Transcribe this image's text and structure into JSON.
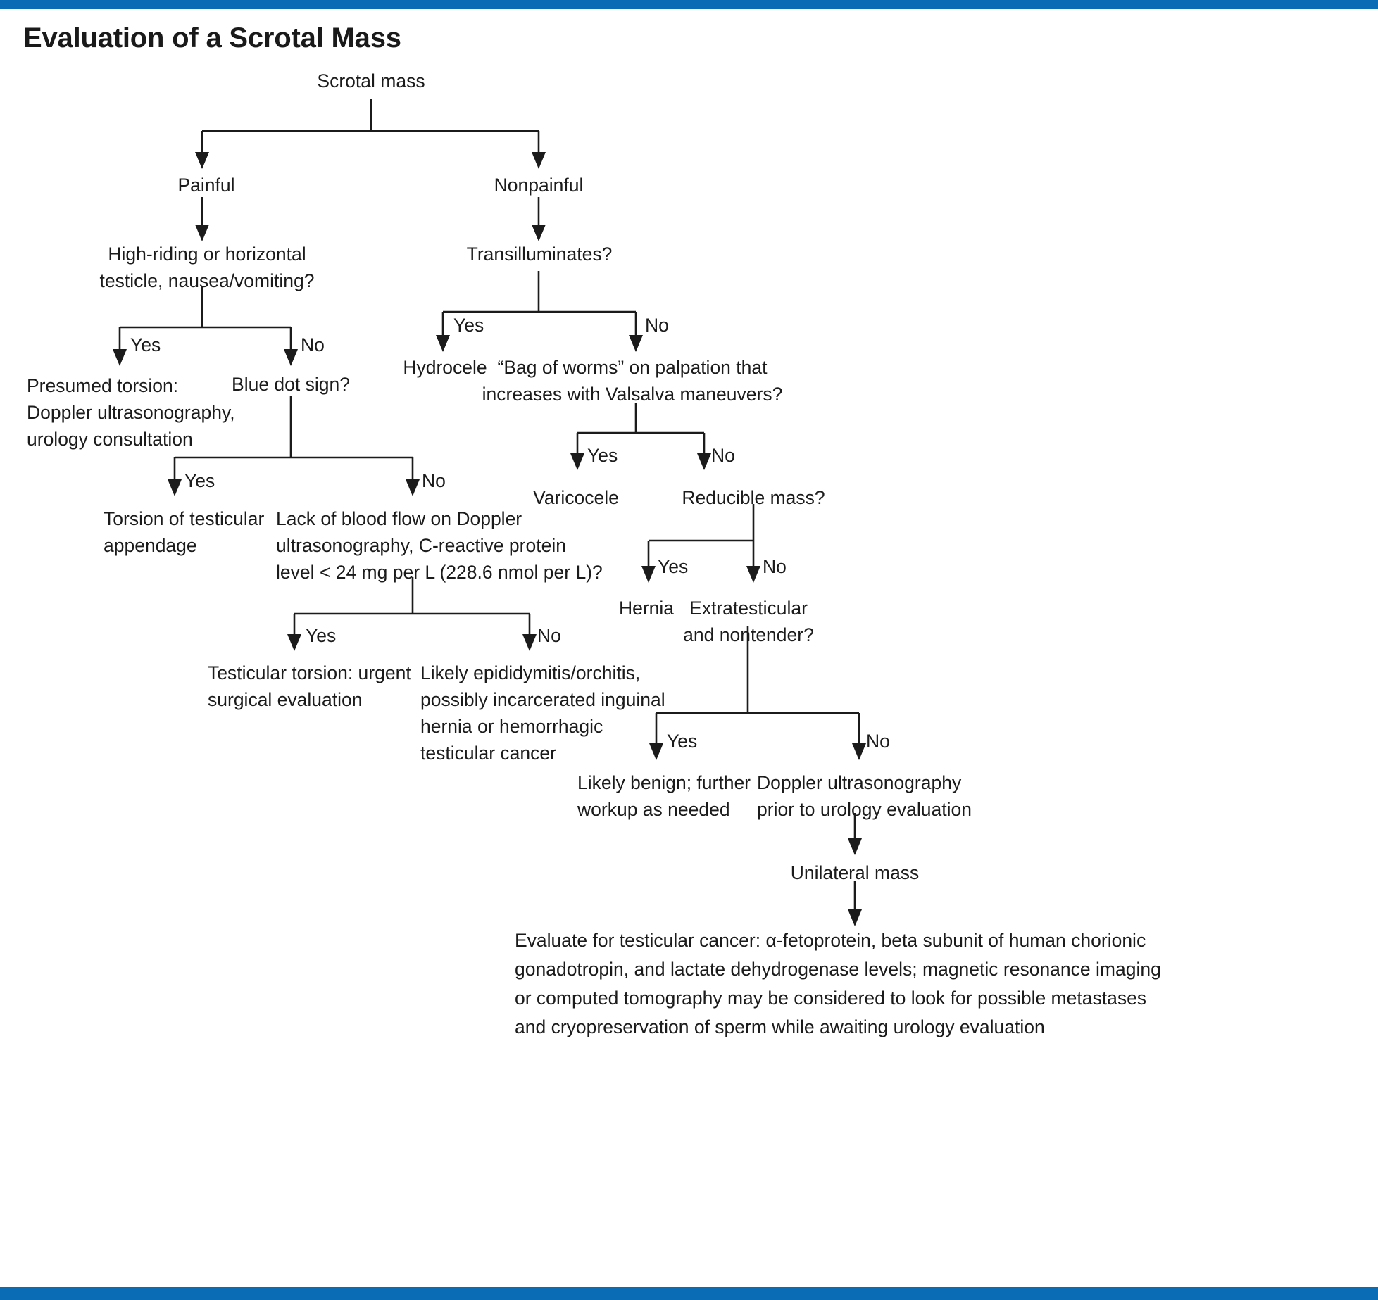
{
  "page": {
    "title": "Evaluation of a Scrotal Mass",
    "accent_color": "#0a6cb4",
    "text_color": "#1b1b1b",
    "background": "#ffffff"
  },
  "diagram": {
    "type": "flowchart",
    "root": "Scrotal mass",
    "nodes": {
      "scrotal_mass": "Scrotal mass",
      "painful": "Painful",
      "nonpainful": "Nonpainful",
      "high_riding": "High-riding or horizontal\ntesticle, nausea/vomiting?",
      "transilluminates": "Transilluminates?",
      "presumed_torsion": "Presumed torsion:\nDoppler ultrasonography,\nurology consultation",
      "blue_dot_sign": "Blue dot sign?",
      "hydrocele": "Hydrocele",
      "bag_of_worms": "“Bag of worms” on palpation that\nincreases with Valsalva maneuvers?",
      "torsion_appendage": "Torsion of testicular\nappendage",
      "lack_of_blood_flow": "Lack of blood flow on Doppler\nultrasonography, C-reactive protein\nlevel < 24 mg per L (228.6 nmol per L)?",
      "varicocele": "Varicocele",
      "reducible_mass": "Reducible mass?",
      "testicular_torsion": "Testicular torsion: urgent\nsurgical evaluation",
      "likely_epididymitis": "Likely epididymitis/orchitis,\npossibly incarcerated inguinal\nhernia or hemorrhagic\ntesticular cancer",
      "hernia": "Hernia",
      "extratesticular": "Extratesticular\nand nontender?",
      "likely_benign": "Likely benign; further\nworkup as needed",
      "doppler_prior": "Doppler ultrasonography\nprior to urology evaluation",
      "unilateral_mass": "Unilateral mass",
      "evaluate_cancer": "Evaluate for testicular cancer: α-fetoprotein, beta subunit of human chorionic\ngonadotropin, and lactate dehydrogenase levels; magnetic resonance imaging\nor computed tomography may be considered to look for possible metastases\nand cryopreservation of sperm while awaiting urology evaluation"
    },
    "edge_labels": {
      "yes": "Yes",
      "no": "No"
    },
    "edges": [
      {
        "from": "scrotal_mass",
        "to": "painful",
        "label": ""
      },
      {
        "from": "scrotal_mass",
        "to": "nonpainful",
        "label": ""
      },
      {
        "from": "painful",
        "to": "high_riding",
        "label": ""
      },
      {
        "from": "nonpainful",
        "to": "transilluminates",
        "label": ""
      },
      {
        "from": "high_riding",
        "to": "presumed_torsion",
        "label": "Yes"
      },
      {
        "from": "high_riding",
        "to": "blue_dot_sign",
        "label": "No"
      },
      {
        "from": "transilluminates",
        "to": "hydrocele",
        "label": "Yes"
      },
      {
        "from": "transilluminates",
        "to": "bag_of_worms",
        "label": "No"
      },
      {
        "from": "blue_dot_sign",
        "to": "torsion_appendage",
        "label": "Yes"
      },
      {
        "from": "blue_dot_sign",
        "to": "lack_of_blood_flow",
        "label": "No"
      },
      {
        "from": "bag_of_worms",
        "to": "varicocele",
        "label": "Yes"
      },
      {
        "from": "bag_of_worms",
        "to": "reducible_mass",
        "label": "No"
      },
      {
        "from": "lack_of_blood_flow",
        "to": "testicular_torsion",
        "label": "Yes"
      },
      {
        "from": "lack_of_blood_flow",
        "to": "likely_epididymitis",
        "label": "No"
      },
      {
        "from": "reducible_mass",
        "to": "hernia",
        "label": "Yes"
      },
      {
        "from": "reducible_mass",
        "to": "extratesticular",
        "label": "No"
      },
      {
        "from": "extratesticular",
        "to": "likely_benign",
        "label": "Yes"
      },
      {
        "from": "extratesticular",
        "to": "doppler_prior",
        "label": "No"
      },
      {
        "from": "doppler_prior",
        "to": "unilateral_mass",
        "label": ""
      },
      {
        "from": "unilateral_mass",
        "to": "evaluate_cancer",
        "label": ""
      }
    ],
    "edge_label_instances": [
      {
        "id": "yes1",
        "text": "Yes"
      },
      {
        "id": "no1",
        "text": "No"
      },
      {
        "id": "yes2",
        "text": "Yes"
      },
      {
        "id": "no2",
        "text": "No"
      },
      {
        "id": "yes3",
        "text": "Yes"
      },
      {
        "id": "no3",
        "text": "No"
      },
      {
        "id": "yes4",
        "text": "Yes"
      },
      {
        "id": "no4",
        "text": "No"
      },
      {
        "id": "yes5",
        "text": "Yes"
      },
      {
        "id": "no5",
        "text": "No"
      },
      {
        "id": "yes6",
        "text": "Yes"
      },
      {
        "id": "no6",
        "text": "No"
      },
      {
        "id": "yes7",
        "text": "Yes"
      },
      {
        "id": "no7",
        "text": "No"
      },
      {
        "id": "yes8",
        "text": "Yes"
      },
      {
        "id": "no8",
        "text": "No"
      }
    ]
  }
}
